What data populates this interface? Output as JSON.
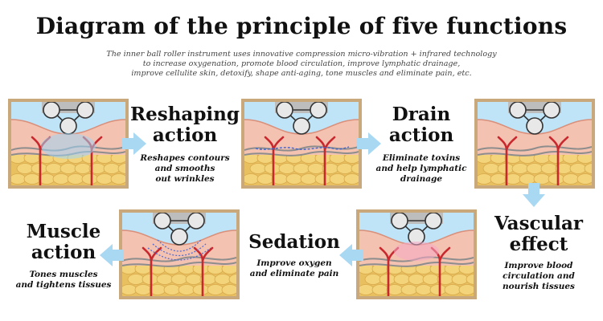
{
  "title": "Diagram of the principle of five functions",
  "subtitle": [
    "The inner ball roller instrument uses innovative compression micro-vibration + infrared technology",
    "to increase oxygenation, promote blood circulation, improve lymphatic drainage,",
    "improve cellulite skin, detoxify, shape anti-aging, tone muscles and eliminate pain, etc."
  ],
  "functions": [
    {
      "id": "reshaping",
      "heading": [
        "Reshaping",
        "action"
      ],
      "desc": [
        "Reshapes contours",
        "and smooths",
        "out wrinkles"
      ]
    },
    {
      "id": "drain",
      "heading": [
        "Drain",
        "action"
      ],
      "desc": [
        "Eliminate toxins",
        "and help lymphatic",
        "drainage"
      ]
    },
    {
      "id": "vascular",
      "heading": [
        "Vascular",
        "effect"
      ],
      "desc": [
        "Improve blood",
        "circulation and",
        "nourish tissues"
      ]
    },
    {
      "id": "sedation",
      "heading": [
        "Sedation"
      ],
      "desc": [
        "Improve oxygen",
        "and eliminate pain"
      ]
    },
    {
      "id": "muscle",
      "heading": [
        "Muscle",
        "action"
      ],
      "desc": [
        "Tones muscles",
        "and tightens tissues"
      ]
    }
  ],
  "colors": {
    "frame": "#c9a87c",
    "arrow": "#a9d8f3",
    "sky": "#bfe4f7",
    "skin": "#f4c2b0",
    "fat": "#f3d47a",
    "vessel": "#c8282e"
  }
}
